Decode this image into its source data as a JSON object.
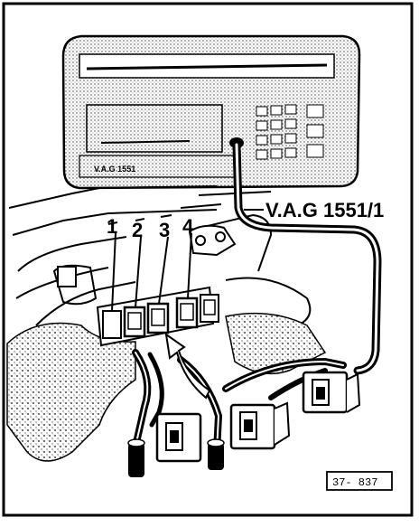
{
  "tester": {
    "model_label": "V.A.G 1551",
    "cable_label": "V.A.G 1551/1"
  },
  "connectors": [
    {
      "number": "1"
    },
    {
      "number": "2"
    },
    {
      "number": "3"
    },
    {
      "number": "4"
    }
  ],
  "figure_ref": "37- 837",
  "colors": {
    "ink": "#000000",
    "paper": "#ffffff",
    "tone": "#b9b9b9"
  }
}
